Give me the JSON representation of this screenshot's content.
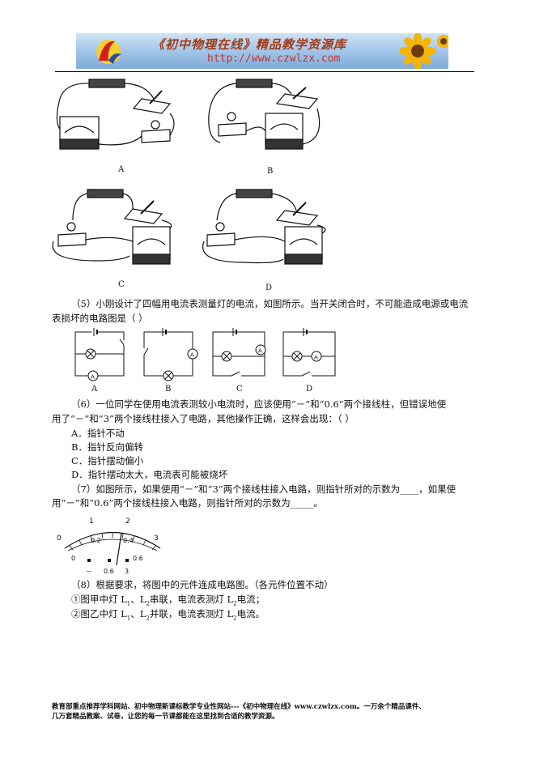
{
  "header": {
    "title": "《初中物理在线》精品教学资源库",
    "url": "http://www.czwlzx.com"
  },
  "figure_top": {
    "labels": [
      "A",
      "B",
      "C",
      "D"
    ]
  },
  "q5": {
    "line1": "（5）小刚设计了四幅用电流表测量灯的电流，如图所示。当开关闭合时，不可能造成电源或电流",
    "line2": "表损坏的电路图是（        ）",
    "labels": [
      "A",
      "B",
      "C",
      "D"
    ],
    "meter": "A"
  },
  "q6": {
    "line1": "（6）一位同学在使用电流表测较小电流时，应该使用“－”和“0.6”两个接线柱，但错误地使",
    "line2": "用了“－”和“3”两个接线柱接入了电路，其他操作正确，这样会出现：（        ）",
    "options": [
      "A．指针不动",
      "B．指针反向偏转",
      "C．指针摆动偏小",
      "D．指针摆动太大，电流表可能被烧坏"
    ]
  },
  "q7": {
    "line1": "（7）如图所示，如果使用“－”和“3”两个接线柱接入电路，则指针所对的示数为____，如果使",
    "line2": "用“－”和“0.6”两个接线柱接入电路，则指针所对的示数为_____。",
    "dial": {
      "upper": [
        "0",
        "1",
        "2",
        "3"
      ],
      "lower": [
        "0",
        "0.2",
        "0.4",
        "0.6"
      ],
      "terminals": [
        "－",
        "0.6",
        "3"
      ]
    }
  },
  "q8": {
    "line1": "（8）根据要求，将图中的元件连成电路图。（各元件位置不动）",
    "item1_a": "①图甲中灯 L",
    "item1_s1": "1",
    "item1_b": "、L",
    "item1_s2": "2",
    "item1_c": "串联，电流表测灯 L",
    "item1_s3": "2",
    "item1_d": "电流；",
    "item2_a": "②图乙中灯 L",
    "item2_s1": "1",
    "item2_b": "、L",
    "item2_s2": "2",
    "item2_c": "并联，电流表测灯 L",
    "item2_s3": "2",
    "item2_d": "电流。"
  },
  "footer": {
    "line1": "教育部重点推荐学科网站、初中物理新课标教学专业性网站---《初中物理在线》www.czwlzx.com。一万余个精品课件、",
    "line2": "几万套精品教案、试卷，让您的每一节课都能在这里找到合适的教学资源。"
  }
}
